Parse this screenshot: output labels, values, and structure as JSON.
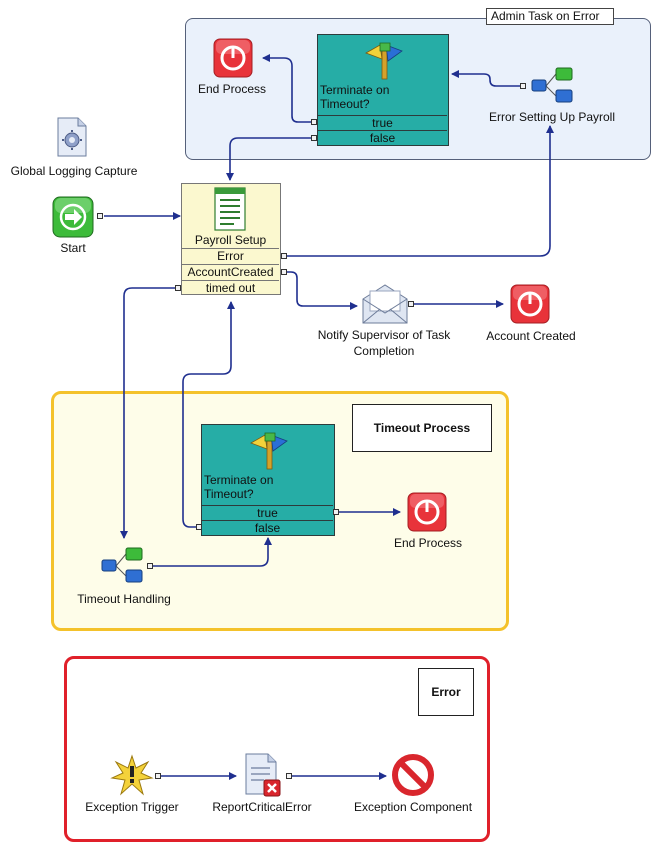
{
  "groups": {
    "admin_task": {
      "label": "Admin Task on Error"
    },
    "timeout_process": {
      "label": "Timeout Process"
    },
    "error": {
      "label": "Error"
    }
  },
  "nodes": {
    "end_process_top": {
      "label": "End Process",
      "icon": "stop-sign-icon"
    },
    "terminate_top": {
      "title": "Terminate on Timeout?",
      "rows": [
        "true",
        "false"
      ],
      "icon": "decision-signpost-icon"
    },
    "error_setting_up_payroll": {
      "label": "Error Setting Up Payroll",
      "icon": "subprocess-icon"
    },
    "global_logging": {
      "label": "Global Logging Capture",
      "icon": "gear-document-icon"
    },
    "start": {
      "label": "Start",
      "icon": "start-arrow-icon"
    },
    "payroll_setup": {
      "title": "Payroll Setup",
      "rows": [
        "Error",
        "AccountCreated",
        "timed out"
      ],
      "icon": "form-document-icon"
    },
    "notify_supervisor": {
      "label_line1": "Notify Supervisor of Task",
      "label_line2": "Completion",
      "icon": "envelope-icon"
    },
    "account_created": {
      "label": "Account Created",
      "icon": "stop-sign-icon"
    },
    "terminate_bottom": {
      "title": "Terminate on Timeout?",
      "rows": [
        "true",
        "false"
      ],
      "icon": "decision-signpost-icon"
    },
    "end_process_bottom": {
      "label": "End Process",
      "icon": "stop-sign-icon"
    },
    "timeout_handling": {
      "label": "Timeout Handling",
      "icon": "subprocess-icon"
    },
    "exception_trigger": {
      "label": "Exception Trigger",
      "icon": "exception-burst-icon"
    },
    "report_critical_error": {
      "label": "ReportCriticalError",
      "icon": "document-error-icon"
    },
    "exception_component": {
      "label": "Exception Component",
      "icon": "no-entry-icon"
    }
  },
  "colors": {
    "wire": "#1f2f8f",
    "teal": "#26ada6",
    "stop_red": "#e8333a",
    "start_green": "#3dbb3a",
    "group_blue_bg": "#eaf1fb",
    "group_yellow_border": "#f4c22b",
    "group_red_border": "#e0202a"
  }
}
